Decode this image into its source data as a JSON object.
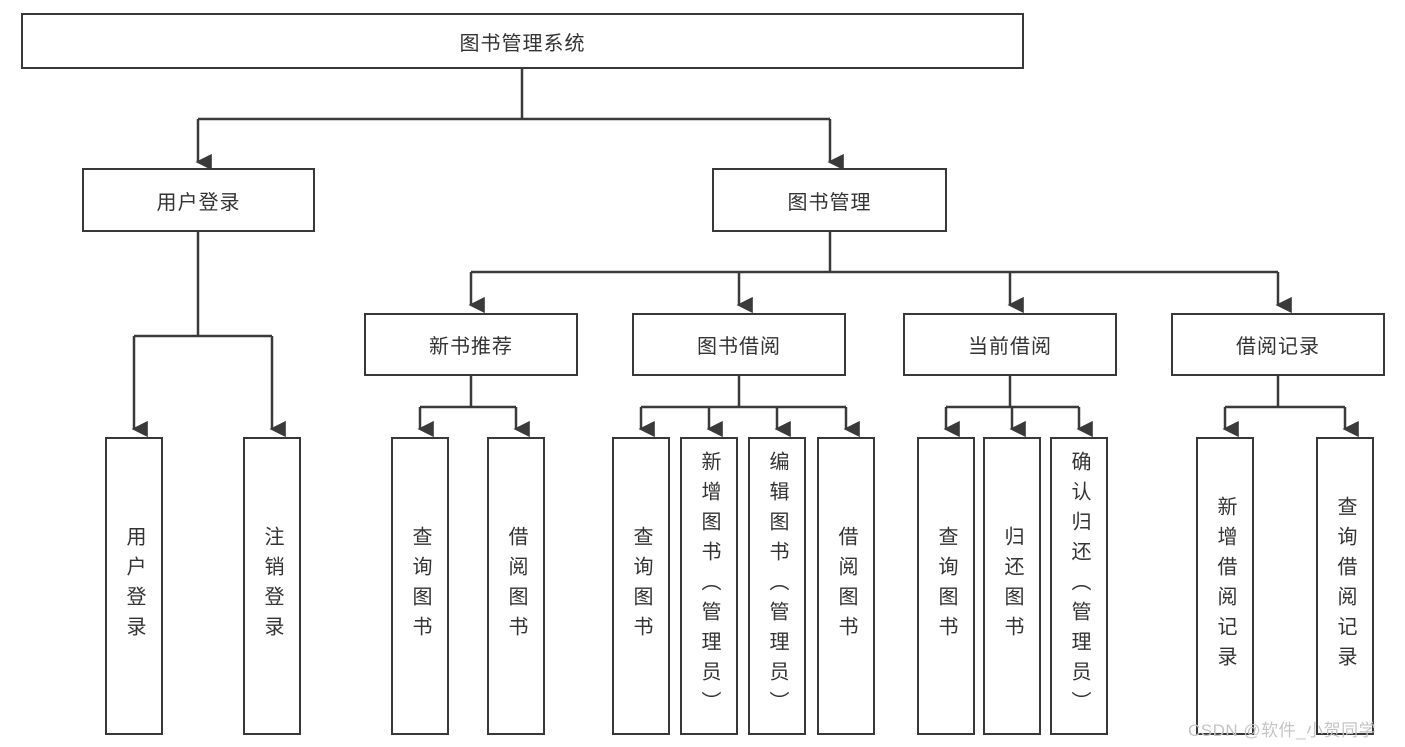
{
  "tree": {
    "root": "图书管理系统",
    "branches": [
      {
        "label": "用户登录",
        "children": [
          "用户登录",
          "注销登录"
        ]
      },
      {
        "label": "图书管理",
        "groups": [
          {
            "label": "新书推荐",
            "children": [
              "查询图书",
              "借阅图书"
            ]
          },
          {
            "label": "图书借阅",
            "children": [
              "查询图书",
              "新增图书（管理员）",
              "编辑图书（管理员）",
              "借阅图书"
            ]
          },
          {
            "label": "当前借阅",
            "children": [
              "查询图书",
              "归还图书",
              "确认归还（管理员）"
            ]
          },
          {
            "label": "借阅记录",
            "children": [
              "新增借阅记录",
              "查询借阅记录"
            ]
          }
        ]
      }
    ]
  },
  "watermark": {
    "text": "CSDN @软件_小贺同学"
  },
  "colors": {
    "line": "#3a3a3a",
    "box_border": "#383838",
    "text": "#333333",
    "watermark": "#c4c4c4",
    "background": "#ffffff"
  }
}
